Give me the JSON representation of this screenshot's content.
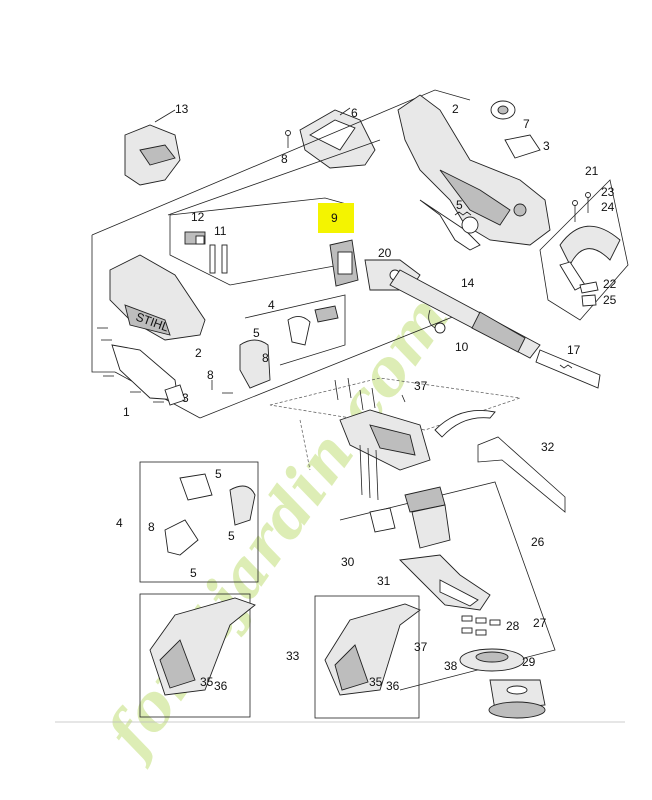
{
  "diagram": {
    "highlight_color": "#f4f400",
    "watermark_colors": {
      "green": "#d8eba9",
      "orange": "#f6c48f"
    },
    "watermark_text": "foretjardin.com",
    "highlighted_part": "9",
    "labels": {
      "p1": "1",
      "p2a": "2",
      "p2b": "2",
      "p3a": "3",
      "p3b": "3",
      "p4a": "4",
      "p4b": "4",
      "p5a": "5",
      "p5b": "5",
      "p5c": "5",
      "p5d": "5",
      "p5e": "5",
      "p6": "6",
      "p7": "7",
      "p8a": "8",
      "p8b": "8",
      "p8c": "8",
      "p8d": "8",
      "p9": "9",
      "p10": "10",
      "p11": "11",
      "p12": "12",
      "p13": "13",
      "p14": "14",
      "p17": "17",
      "p20": "20",
      "p21": "21",
      "p22": "22",
      "p23": "23",
      "p24": "24",
      "p25": "25",
      "p26": "26",
      "p27": "27",
      "p28": "28",
      "p29": "29",
      "p30": "30",
      "p31": "31",
      "p32": "32",
      "p33": "33",
      "p35a": "35",
      "p35b": "35",
      "p36a": "36",
      "p36b": "36",
      "p37a": "37",
      "p37b": "37",
      "p38": "38",
      "brand": "STIHL"
    }
  }
}
